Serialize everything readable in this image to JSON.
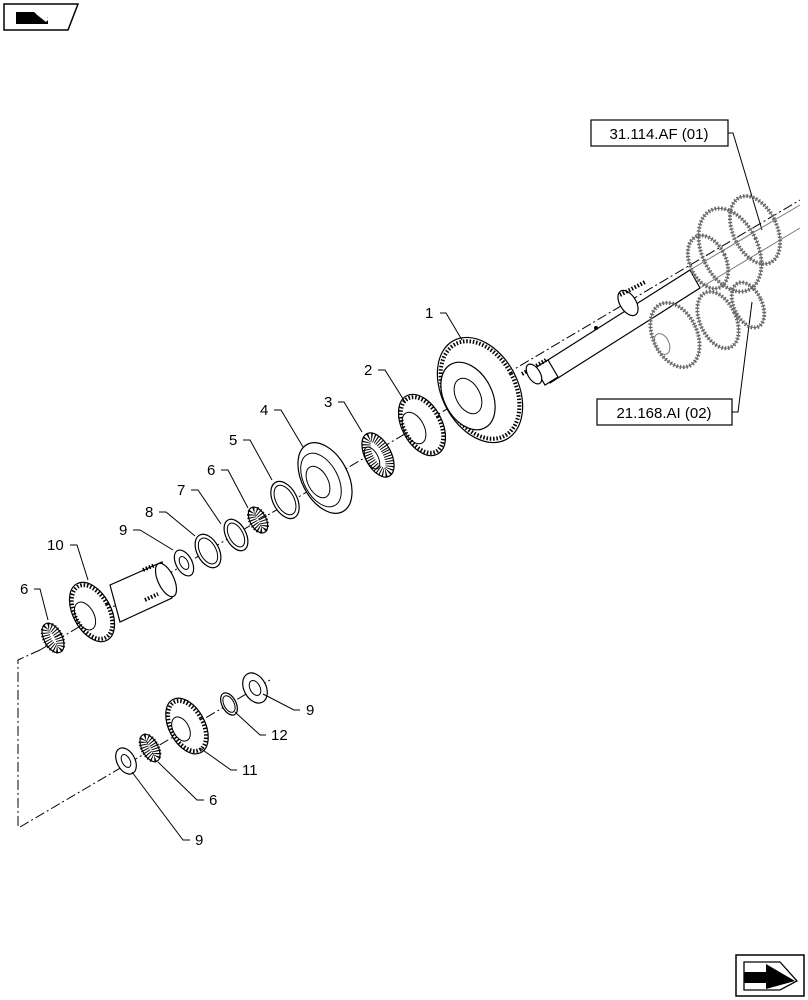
{
  "references": {
    "upper": "31.114.AF (01)",
    "lower": "21.168.AI (02)"
  },
  "callouts": {
    "c1": "1",
    "c2": "2",
    "c3": "3",
    "c4": "4",
    "c5": "5",
    "c6a": "6",
    "c7": "7",
    "c8": "8",
    "c9a": "9",
    "c10": "10",
    "c6b": "6",
    "c9b": "9",
    "c12": "12",
    "c11": "11",
    "c6c": "6",
    "c9c": "9"
  },
  "icons": {
    "top_left": "machine-category-icon",
    "bottom_right": "navigation-arrow-icon"
  }
}
